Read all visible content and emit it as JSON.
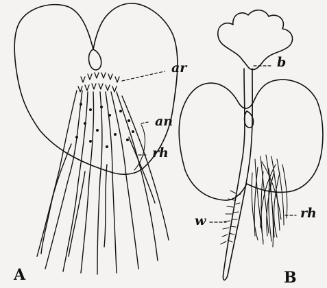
{
  "labels": {
    "ar": "ar",
    "an": "an",
    "rh_a": "rh",
    "b": "b",
    "w": "w",
    "rh_b": "rh"
  },
  "panels": {
    "a": "A",
    "b": "B"
  },
  "colors": {
    "ink": "#111111",
    "paper": "#f4f3f1"
  }
}
